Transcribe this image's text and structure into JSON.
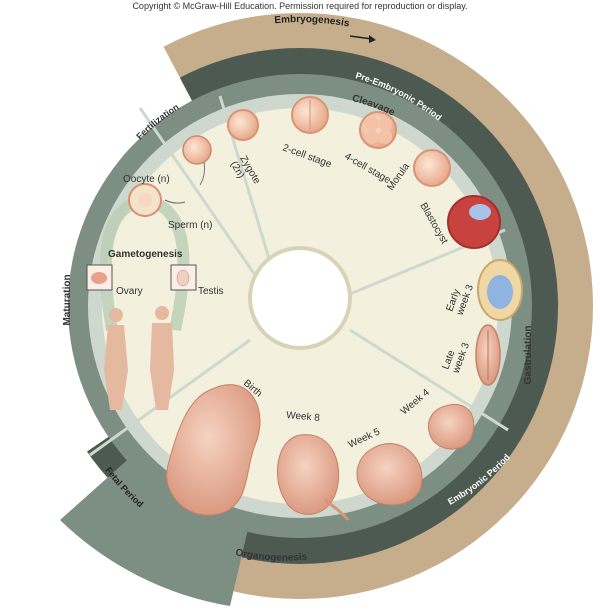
{
  "copyright": "Copyright © McGraw-Hill Education. Permission required for reproduction or display.",
  "outer_ring": {
    "label": "Embryogenesis"
  },
  "periods": {
    "pre_embryonic": "Pre-Embryonic Period",
    "embryonic": "Embryonic Period",
    "fetal": "Fetal Period"
  },
  "phases": {
    "maturation": "Maturation",
    "fertilization": "Fertilization",
    "cleavage": "Cleavage",
    "gastrulation": "Gastrulation",
    "organogenesis": "Organogenesis"
  },
  "gametogenesis": {
    "title": "Gametogenesis",
    "oocyte": "Oocyte (n)",
    "sperm": "Sperm (n)",
    "ovary": "Ovary",
    "testis": "Testis"
  },
  "cleavage_stages": [
    "Zygote (2n)",
    "2-cell stage",
    "4-cell stage",
    "Morula",
    "Blastocyst"
  ],
  "zygote": {
    "line1": "Zygote",
    "line2": "(2n)"
  },
  "gastrulation_stages": {
    "early": {
      "line1": "Early",
      "line2": "week 3"
    },
    "late": {
      "line1": "Late",
      "line2": "week 3"
    }
  },
  "development_stages": [
    "Week 4",
    "Week 5",
    "Week 8",
    "Birth"
  ],
  "colors": {
    "outer_tan": "#c6ad8b",
    "dark_band": "#4c5a52",
    "mid_band": "#7d8e83",
    "light_band": "#cfd8cf",
    "pale_fill": "#f3f1de",
    "embryo_pink": "#e9b39c"
  }
}
